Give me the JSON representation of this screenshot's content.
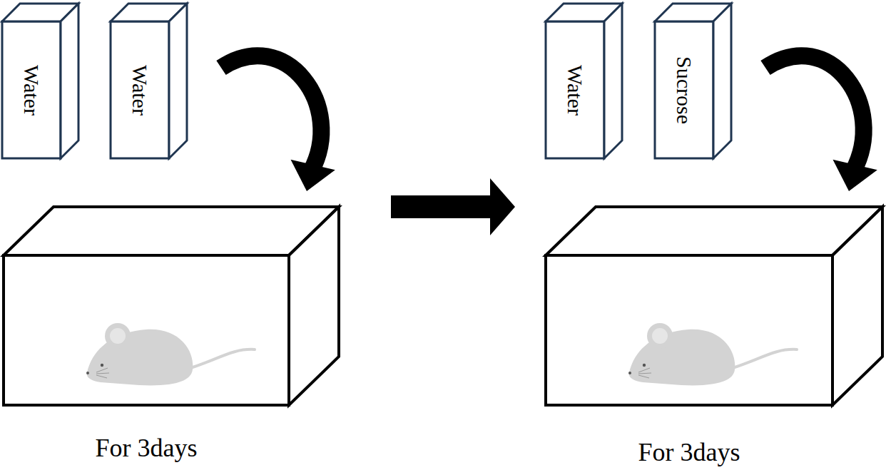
{
  "diagram": {
    "nodes": [
      {
        "text": [
          "Water"
        ]
      },
      {
        "text": [
          "Water"
        ]
      },
      {
        "text": [
          "Water"
        ]
      },
      {
        "text": [
          "Sucrose"
        ]
      },
      {
        "text": [
          "For 3days"
        ]
      },
      {
        "text": [
          "For 3days"
        ]
      }
    ],
    "edges": [
      {
        "from": 1,
        "to": 4,
        "arrow": "to"
      },
      {
        "from": 4,
        "to": 5,
        "arrow": "to"
      },
      {
        "from": 3,
        "to": 5,
        "arrow": "to"
      }
    ]
  }
}
